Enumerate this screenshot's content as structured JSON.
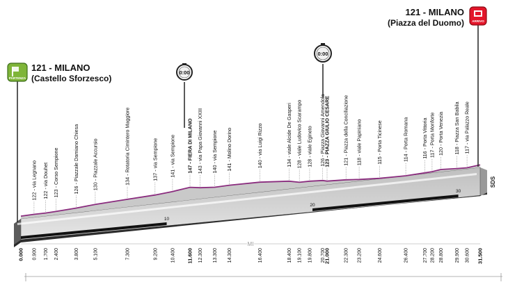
{
  "chart_data": {
    "type": "area",
    "title": "",
    "xlabel": "",
    "ylabel": "",
    "xlim": [
      0,
      31.5
    ],
    "ylim": [
      100,
      180
    ],
    "start": {
      "label": "121 - MILANO",
      "sublabel": "(Castello Sforzesco)",
      "badge": "PARTENZA",
      "icon": "start-flag-icon"
    },
    "finish": {
      "label": "121 - MILANO",
      "sublabel": "(Piazza del Duomo)",
      "badge": "ARRIVO",
      "icon": "finish-flag-icon"
    },
    "time_checks": [
      {
        "km": 11.6,
        "label": "0:00"
      },
      {
        "km": 21.0,
        "label": "0:00"
      }
    ],
    "profile": {
      "x": [
        0,
        0.9,
        1.7,
        2.4,
        3.8,
        5.1,
        7.3,
        9.2,
        10.4,
        11.6,
        12.3,
        13.3,
        14.3,
        16.4,
        18.4,
        19.1,
        19.8,
        20.7,
        21.0,
        22.3,
        23.2,
        24.6,
        26.4,
        27.7,
        28.2,
        28.8,
        29.9,
        30.6,
        31.5
      ],
      "y": [
        121,
        122,
        122,
        123,
        126,
        130,
        134,
        137,
        141,
        147,
        143,
        140,
        141,
        140,
        134,
        128,
        128,
        126,
        123,
        121,
        118,
        115,
        114,
        116,
        117,
        120,
        118,
        117,
        121
      ]
    },
    "points": [
      {
        "km": "0.000",
        "alt": "",
        "name": "",
        "bold": true
      },
      {
        "km": "0.900",
        "alt": "122",
        "name": "via Legnano",
        "bold": false
      },
      {
        "km": "1.700",
        "alt": "122",
        "name": "via Douhet",
        "bold": false
      },
      {
        "km": "2.400",
        "alt": "123",
        "name": "Corso Sempione",
        "bold": false
      },
      {
        "km": "3.800",
        "alt": "126",
        "name": "Piazzale Damiano Chiesa",
        "bold": false
      },
      {
        "km": "5.100",
        "alt": "130",
        "name": "Piazzale Accursio",
        "bold": false
      },
      {
        "km": "7.300",
        "alt": "134",
        "name": "Rotatoria Cimintero Maggiore",
        "bold": false
      },
      {
        "km": "9.200",
        "alt": "137",
        "name": "via Sempione",
        "bold": false
      },
      {
        "km": "10.400",
        "alt": "141",
        "name": "via Sempione",
        "bold": false
      },
      {
        "km": "11.600",
        "alt": "147",
        "name": "FIERA DI MILANO",
        "bold": true
      },
      {
        "km": "12.300",
        "alt": "143",
        "name": "via Papa Giovanni XXIII",
        "bold": false
      },
      {
        "km": "13.300",
        "alt": "140",
        "name": "via Sempione",
        "bold": false
      },
      {
        "km": "14.300",
        "alt": "141",
        "name": "Molino Dorino",
        "bold": false
      },
      {
        "km": "16.400",
        "alt": "140",
        "name": "via Luigi Rizzo",
        "bold": false
      },
      {
        "km": "18.400",
        "alt": "134",
        "name": "viale Alcide De Gasperi",
        "bold": false
      },
      {
        "km": "19.100",
        "alt": "128",
        "name": "viale Ludovico Scarampo",
        "bold": false
      },
      {
        "km": "19.800",
        "alt": "128",
        "name": "viale Egineto",
        "bold": false
      },
      {
        "km": "20.700",
        "alt": "126",
        "name": "Piazza Giovanni Amendola",
        "bold": false
      },
      {
        "km": "21.000",
        "alt": "123",
        "name": "PIAZZA GIULIO CESARE",
        "bold": true
      },
      {
        "km": "22.300",
        "alt": "121",
        "name": "Piazza della Conciliazione",
        "bold": false
      },
      {
        "km": "23.200",
        "alt": "118",
        "name": "viale Papiniano",
        "bold": false
      },
      {
        "km": "24.600",
        "alt": "115",
        "name": "Porta Ticinese",
        "bold": false
      },
      {
        "km": "26.400",
        "alt": "114",
        "name": "Porta Romana",
        "bold": false
      },
      {
        "km": "27.700",
        "alt": "116",
        "name": "Porta Vittoria",
        "bold": false
      },
      {
        "km": "28.200",
        "alt": "117",
        "name": "Porta Monforte",
        "bold": false
      },
      {
        "km": "28.800",
        "alt": "120",
        "name": "Porta Venezia",
        "bold": false
      },
      {
        "km": "29.900",
        "alt": "118",
        "name": "Piazza San Babila",
        "bold": false
      },
      {
        "km": "30.600",
        "alt": "117",
        "name": "via Palazzo Reale",
        "bold": false
      },
      {
        "km": "31.500",
        "alt": "",
        "name": "",
        "bold": true
      }
    ],
    "km_markers": [
      "10",
      "20",
      "30"
    ],
    "section_label": "MI",
    "side_label": "SDS",
    "colors": {
      "profile_line": "#8a2c7e",
      "profile_fill": "#d9d9d9",
      "accent": "#e3162a",
      "start_badge": "#7fb539",
      "base": "#111111"
    }
  }
}
